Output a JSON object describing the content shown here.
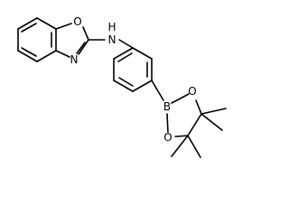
{
  "molecule": {
    "atoms": {
      "O_oxazole": "O",
      "N_oxazole": "N",
      "N_amine": "N",
      "H_amine": "H",
      "B": "B",
      "O_boronate_top": "O",
      "O_boronate_bottom": "O"
    },
    "colors": {
      "bonds": "#000000",
      "labels": "#000000",
      "background": "#ffffff"
    }
  }
}
